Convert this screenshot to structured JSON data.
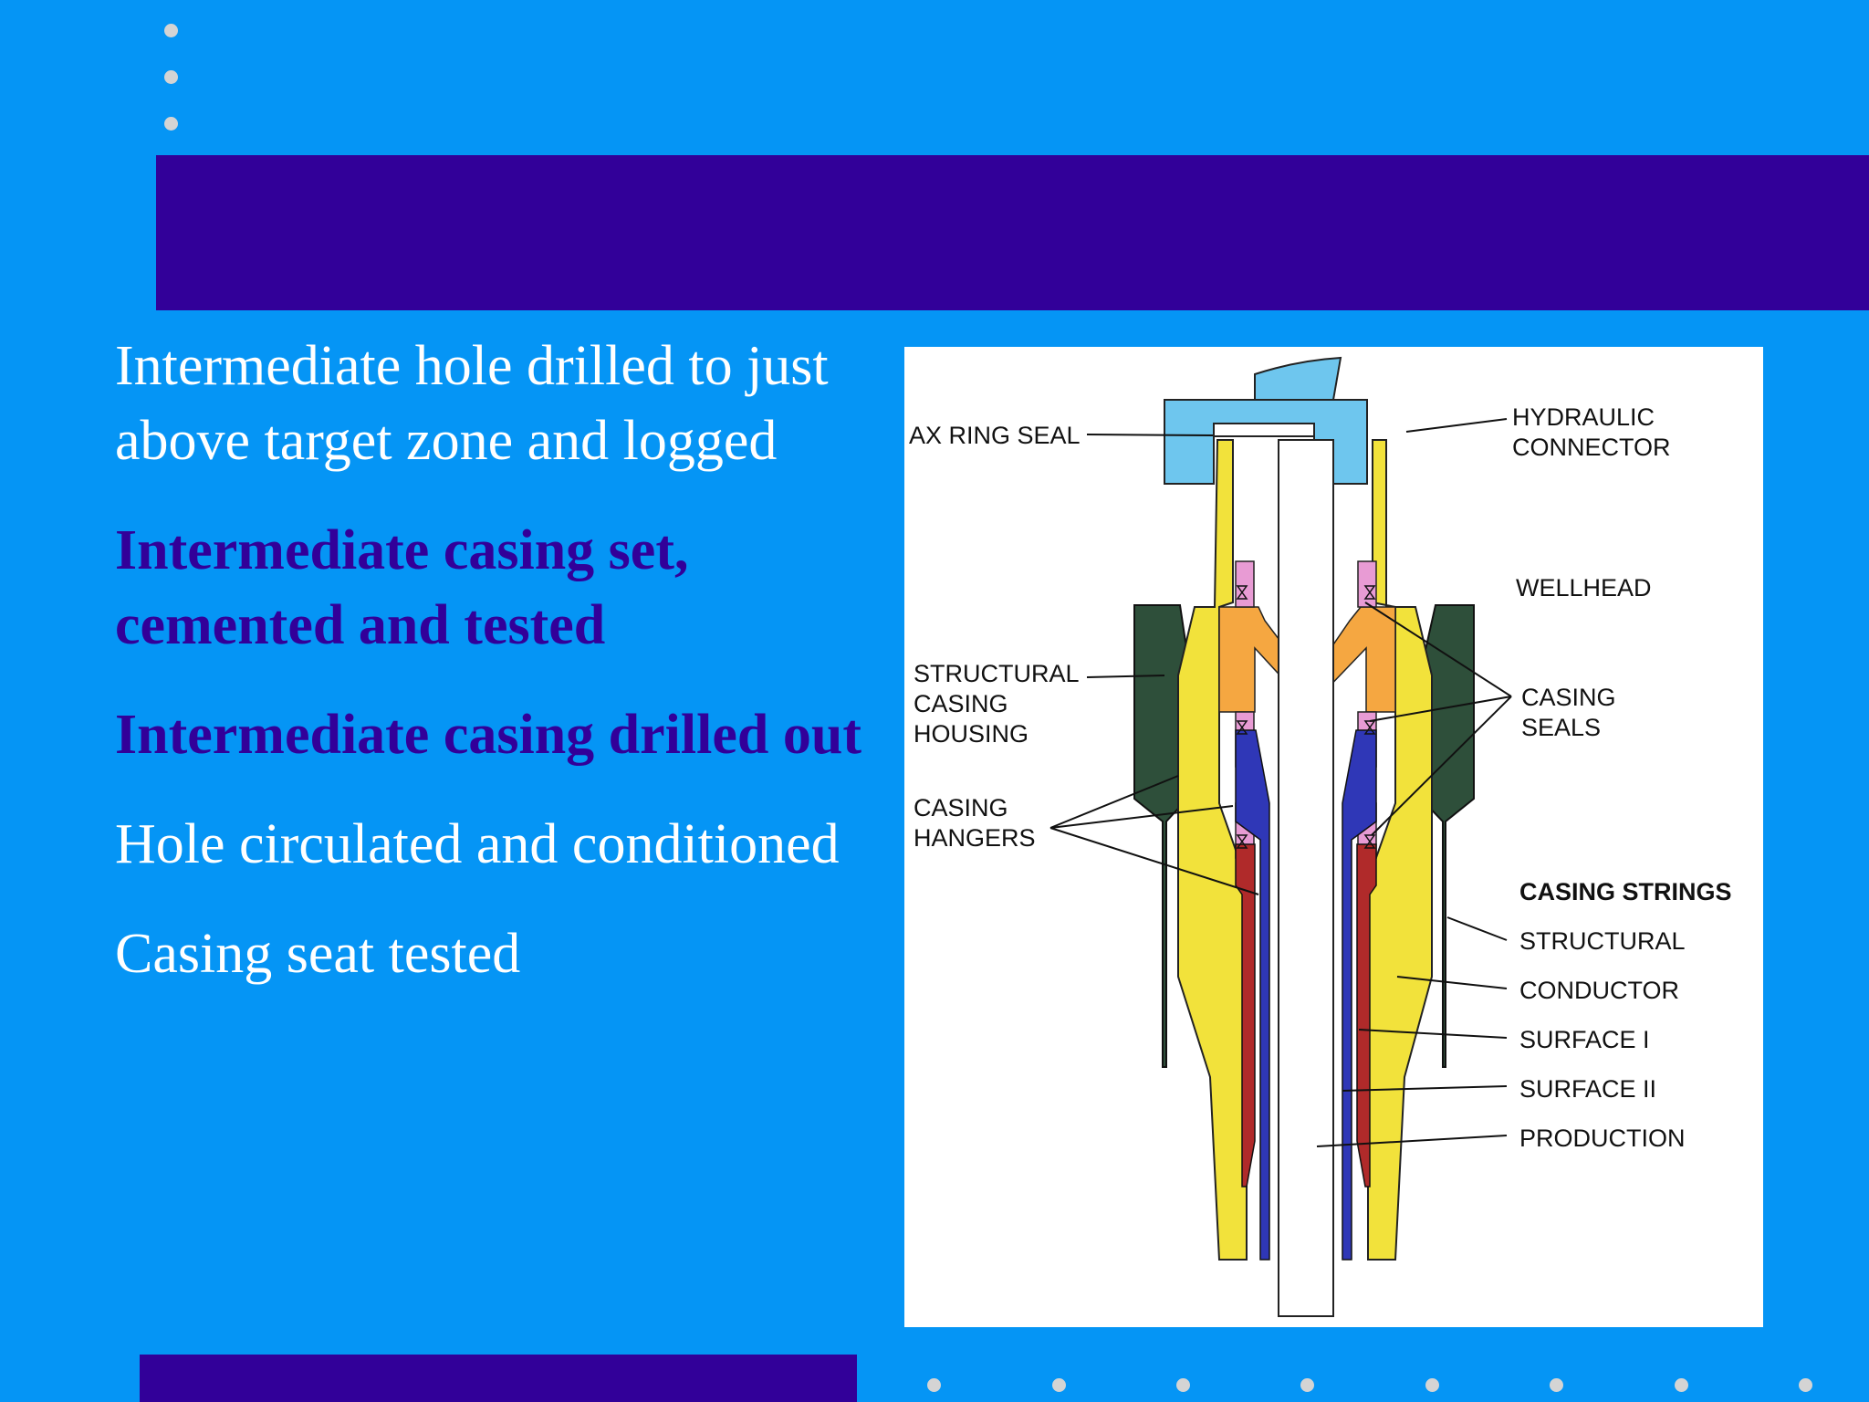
{
  "bullets": [
    {
      "text": "Intermediate hole drilled to just above target zone and logged",
      "style": "normal"
    },
    {
      "text": "Intermediate casing set, cemented and tested",
      "style": "highlight"
    },
    {
      "text": "Intermediate casing drilled out",
      "style": "highlight"
    },
    {
      "text": "Hole circulated and conditioned",
      "style": "normal"
    },
    {
      "text": "Casing seat tested",
      "style": "normal"
    }
  ],
  "diagram": {
    "labels": {
      "ax_ring_seal": "AX RING SEAL",
      "hydraulic_connector": [
        "HYDRAULIC",
        "CONNECTOR"
      ],
      "wellhead": "WELLHEAD",
      "structural_casing_housing": [
        "STRUCTURAL",
        "CASING",
        "HOUSING"
      ],
      "casing_seals": [
        "CASING",
        "SEALS"
      ],
      "casing_hangers": [
        "CASING",
        "HANGERS"
      ],
      "casing_strings_title": "CASING STRINGS",
      "casing_strings": [
        "STRUCTURAL",
        "CONDUCTOR",
        "SURFACE I",
        "SURFACE II",
        "PRODUCTION"
      ]
    }
  },
  "colors": {
    "background": "#0595f5",
    "bar": "#320099",
    "highlight_text": "#320099",
    "normal_text": "#ffffff"
  }
}
